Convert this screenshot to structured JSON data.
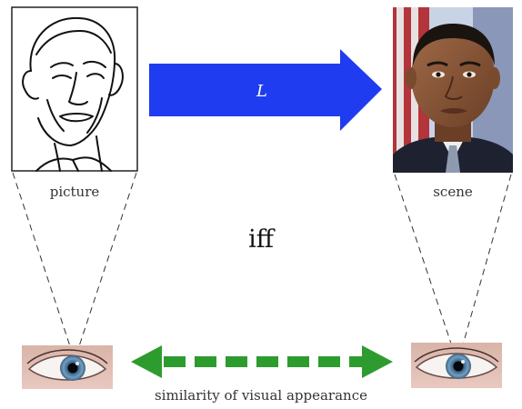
{
  "labels": {
    "picture": "picture",
    "scene": "scene",
    "mapping": "L",
    "relation": "iff",
    "similarity": "similarity of visual appearance"
  },
  "colors": {
    "mapping_arrow": "#1f3cf0",
    "similarity_arrow": "#2e9b2e",
    "sight_lines": "#333333"
  },
  "icons": {
    "picture": "line-drawing-portrait",
    "scene": "photo-portrait",
    "eye_left": "eye",
    "eye_right": "eye"
  }
}
